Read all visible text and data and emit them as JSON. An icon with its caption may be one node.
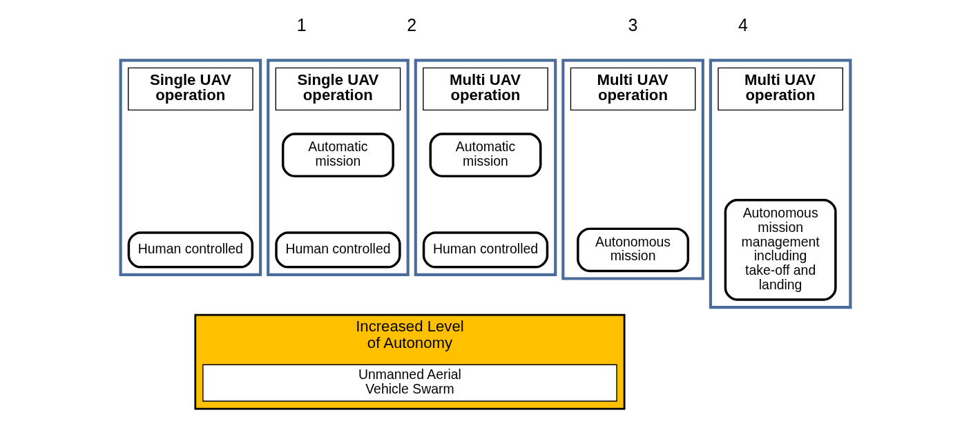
{
  "diagram": {
    "nodes": [
      {
        "text": [],
        "shape": "box"
      },
      {
        "text": [
          "Single UAV operation"
        ],
        "in": 0
      },
      {
        "text": [
          "Human controlled"
        ],
        "in": 0
      },
      {
        "text": [],
        "shape": "box"
      },
      {
        "text": [
          "Single UAV operation"
        ],
        "in": 3
      },
      {
        "text": [
          "Automatic mission"
        ],
        "in": 3
      },
      {
        "text": [
          "Human controlled"
        ],
        "in": 3
      },
      {
        "text": [],
        "shape": "box"
      },
      {
        "text": [
          "Multi UAV operation"
        ],
        "in": 7
      },
      {
        "text": [
          "Automatic mission"
        ],
        "in": 7
      },
      {
        "text": [
          "Human controlled"
        ],
        "in": 7
      },
      {
        "text": [],
        "shape": "box"
      },
      {
        "text": [
          "Multi UAV operation"
        ],
        "in": 11
      },
      {
        "text": [
          "Autonomous mission"
        ],
        "in": 11
      },
      {
        "text": [],
        "shape": "box"
      },
      {
        "text": [
          "Multi UAV operation"
        ],
        "in": 14
      },
      {
        "text": [
          "Autonomous mission management including take-off and landing"
        ],
        "in": 14
      },
      {
        "text": [
          "Increased Level of Autonomy"
        ]
      },
      {
        "text": [
          "Unmanned Aerial Vehicle Swarm"
        ],
        "in": 17
      }
    ],
    "labels": [
      "1",
      "2",
      "3",
      "4"
    ]
  }
}
